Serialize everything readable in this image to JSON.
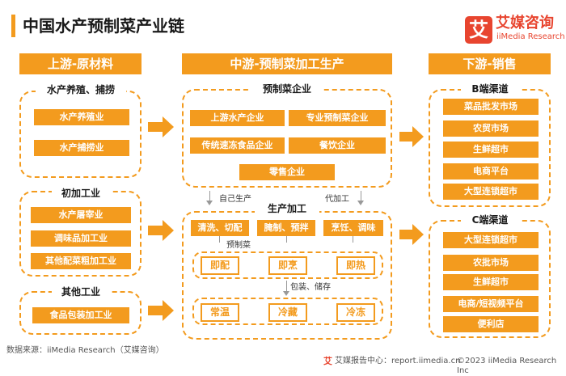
{
  "title": "中国水产预制菜产业链",
  "logo": {
    "mark": "艾",
    "name_cn": "艾媒咨询",
    "name_en": "iiMedia Research"
  },
  "upstream": {
    "header": "上游-原材料",
    "groups": [
      {
        "label": "水产养殖、捕捞",
        "items": [
          "水产养殖业",
          "水产捕捞业"
        ]
      },
      {
        "label": "初加工业",
        "items": [
          "水产屠宰业",
          "调味品加工业",
          "其他配菜粗加工业"
        ]
      },
      {
        "label": "其他工业",
        "items": [
          "食品包装加工业"
        ]
      }
    ]
  },
  "midstream": {
    "header": "中游-预制菜加工生产",
    "enterprise": {
      "label": "预制菜企业",
      "items": [
        "上游水产企业",
        "专业预制菜企业",
        "传统速冻食品企业",
        "餐饮企业",
        "零售企业"
      ]
    },
    "self_produce": "自己生产",
    "outsource": "代加工",
    "production": {
      "label": "生产加工",
      "steps": [
        "清洗、切配",
        "腌制、预拌",
        "烹饪、调味"
      ],
      "prepared_label": "预制菜",
      "products": [
        "即配",
        "即烹",
        "即热"
      ],
      "storage_label": "包装、储存",
      "storage": [
        "常温",
        "冷藏",
        "冷冻"
      ]
    }
  },
  "downstream": {
    "header": "下游-销售",
    "b_channel": {
      "label": "B端渠道",
      "items": [
        "菜品批发市场",
        "农贸市场",
        "生鲜超市",
        "电商平台",
        "大型连锁超市"
      ]
    },
    "c_channel": {
      "label": "C端渠道",
      "items": [
        "大型连锁超市",
        "农批市场",
        "生鲜超市",
        "电商/短视频平台",
        "便利店"
      ]
    }
  },
  "footer": {
    "source": "数据来源：iiMedia Research（艾媒咨询）",
    "center": "艾媒报告中心：report.iimedia.cn",
    "copyright": "©2023  iiMedia Research  Inc"
  },
  "colors": {
    "accent": "#f39b1e",
    "brand": "#e8452f"
  }
}
